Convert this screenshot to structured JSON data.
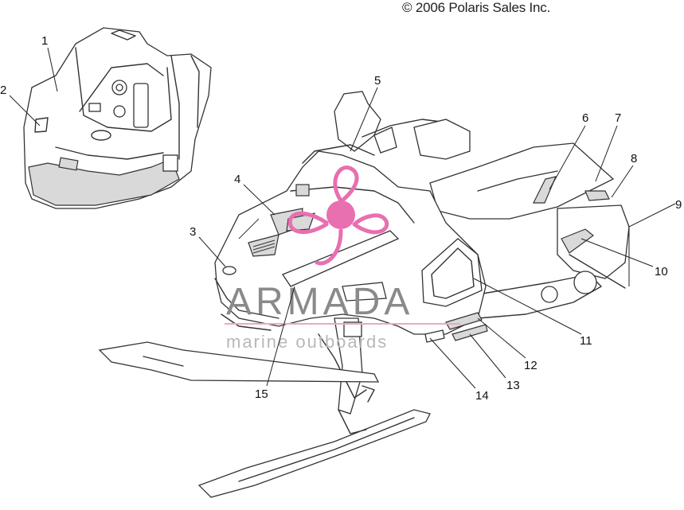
{
  "copyright": "© 2006 Polaris Sales Inc.",
  "watermark": {
    "brand": "ARMADA",
    "tagline": "marine outboards",
    "accent_color": "#e86fb0",
    "line_color": "#e9a8cb"
  },
  "callouts": [
    "1",
    "2",
    "3",
    "4",
    "5",
    "6",
    "7",
    "8",
    "9",
    "10",
    "11",
    "12",
    "13",
    "14",
    "15"
  ]
}
